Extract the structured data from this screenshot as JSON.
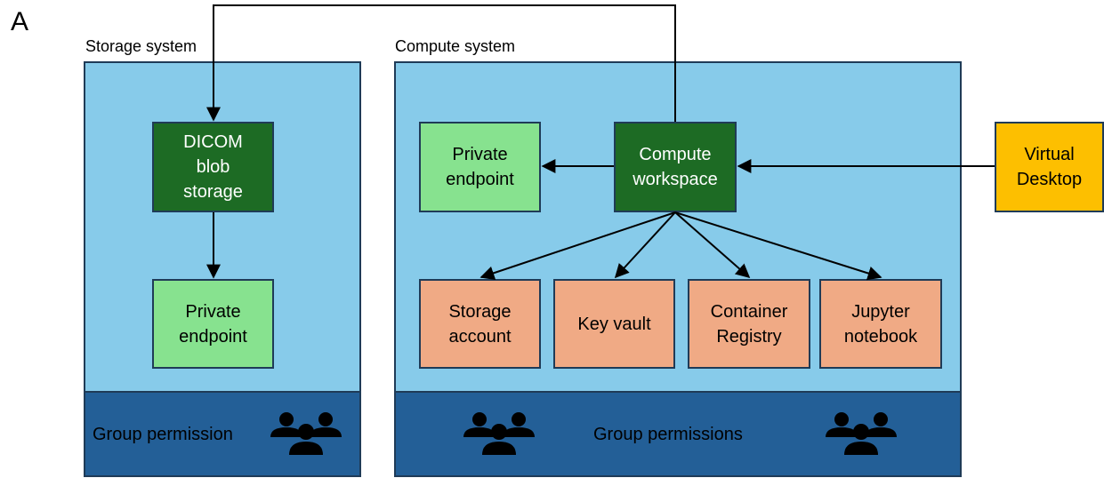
{
  "figure_label": "A",
  "storage": {
    "title": "Storage system",
    "dicom": "DICOM\nblob\nstorage",
    "endpoint": "Private\nendpoint",
    "permission": "Group permission",
    "icon": "group-icon"
  },
  "compute": {
    "title": "Compute system",
    "workspace": "Compute\nworkspace",
    "endpoint": "Private\nendpoint",
    "storage_account": "Storage\naccount",
    "key_vault": "Key vault",
    "container_registry": "Container\nRegistry",
    "jupyter": "Jupyter\nnotebook",
    "permission": "Group permissions",
    "icon": "group-icon"
  },
  "virtual_desktop": "Virtual\nDesktop",
  "colors": {
    "panel": "#87cbea",
    "band": "#235f97",
    "dark_green": "#1d6b24",
    "light_green": "#87e28f",
    "orange": "#f0aa85",
    "gold": "#fdbf00"
  }
}
